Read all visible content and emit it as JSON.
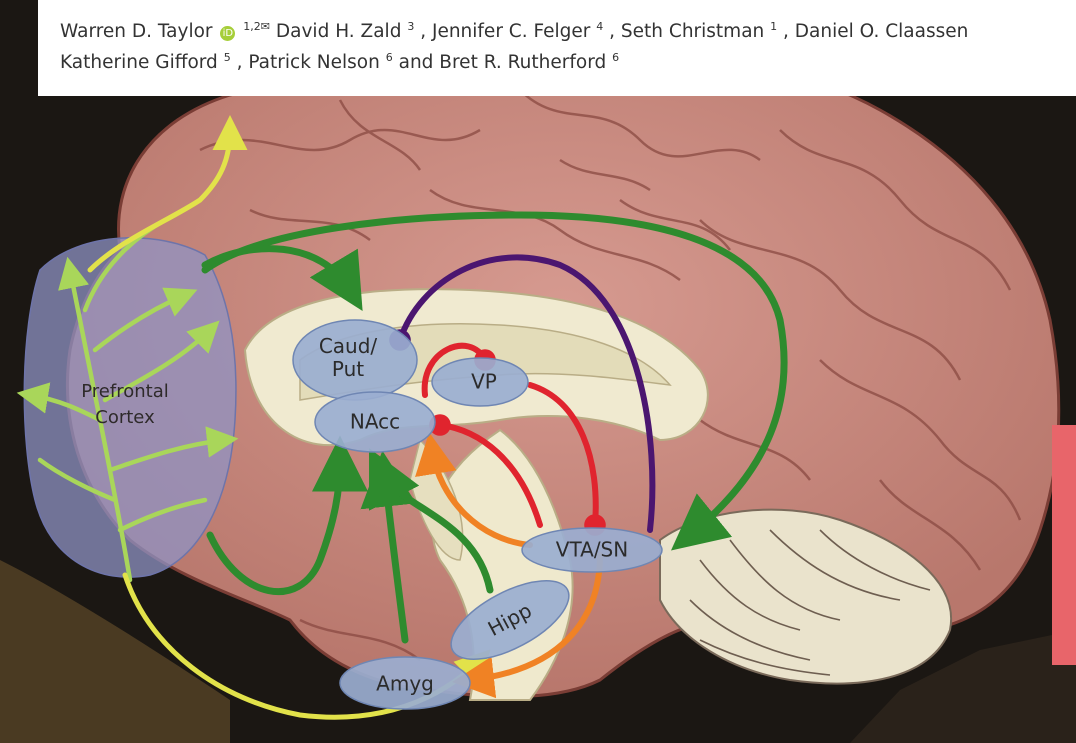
{
  "header": {
    "line1": [
      {
        "text": "Warren D. Taylor"
      },
      {
        "icon": "orcid-icon"
      },
      {
        "sup": "1,2✉"
      },
      {
        "text": " David H. Zald"
      },
      {
        "sup": "3"
      },
      {
        "text": ", Jennifer C. Felger"
      },
      {
        "sup": "4"
      },
      {
        "text": ", Seth Christman"
      },
      {
        "sup": "1"
      },
      {
        "text": ", Daniel O. Claassen"
      }
    ],
    "line2": [
      {
        "text": "Katherine Gifford"
      },
      {
        "sup": "5"
      },
      {
        "text": ", Patrick Nelson"
      },
      {
        "sup": "6"
      },
      {
        "text": " and Bret R. Rutherford"
      },
      {
        "sup": "6"
      }
    ]
  },
  "diagram": {
    "regions": {
      "pfc": "Prefrontal\nCortex",
      "caud": "Caud/\nPut",
      "vp": "VP",
      "nacc": "NAcc",
      "vta": "VTA/SN",
      "hipp": "Hipp",
      "amyg": "Amyg"
    },
    "colors": {
      "pathway_green": "#2e8b2e",
      "pathway_yellow": "#e2e24a",
      "pathway_lightgreen": "#a9d65a",
      "pathway_red": "#e0242e",
      "pathway_purple": "#4b1670",
      "pathway_orange": "#f08224",
      "node_fill": "#9aaed0",
      "pfc_overlay": "#8f93c4",
      "brain": "#c98a80"
    }
  }
}
